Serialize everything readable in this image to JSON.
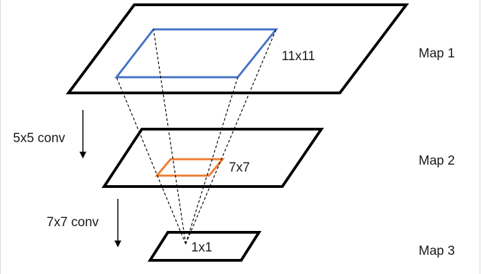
{
  "maps": [
    {
      "name": "Map 1",
      "region_label": "11x11"
    },
    {
      "name": "Map 2",
      "region_label": "7x7"
    },
    {
      "name": "Map 3",
      "region_label": "1x1"
    }
  ],
  "operations": [
    {
      "label": "5x5 conv"
    },
    {
      "label": "7x7 conv"
    }
  ],
  "colors": {
    "outline": "#000000",
    "region_map1": "#4472C4",
    "region_map2": "#ED7D31",
    "projection": "#000000"
  }
}
